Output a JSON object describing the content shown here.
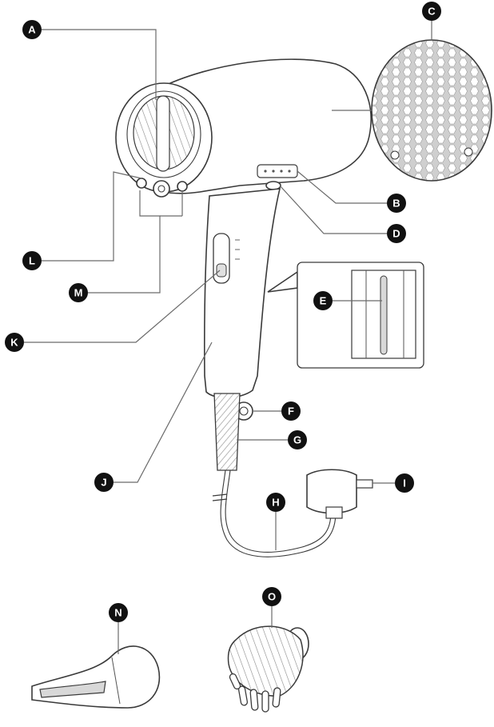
{
  "callouts": [
    {
      "id": "A",
      "label": "A"
    },
    {
      "id": "B",
      "label": "B"
    },
    {
      "id": "C",
      "label": "C"
    },
    {
      "id": "D",
      "label": "D"
    },
    {
      "id": "E",
      "label": "E"
    },
    {
      "id": "F",
      "label": "F"
    },
    {
      "id": "G",
      "label": "G"
    },
    {
      "id": "H",
      "label": "H"
    },
    {
      "id": "I",
      "label": "I"
    },
    {
      "id": "J",
      "label": "J"
    },
    {
      "id": "K",
      "label": "K"
    },
    {
      "id": "L",
      "label": "L"
    },
    {
      "id": "M",
      "label": "M"
    },
    {
      "id": "N",
      "label": "N"
    },
    {
      "id": "O",
      "label": "O"
    }
  ],
  "colors": {
    "badge": "#111111",
    "badge_text": "#ffffff",
    "outline": "#3a3a3a",
    "filter_fill": "#cfcfcf"
  }
}
